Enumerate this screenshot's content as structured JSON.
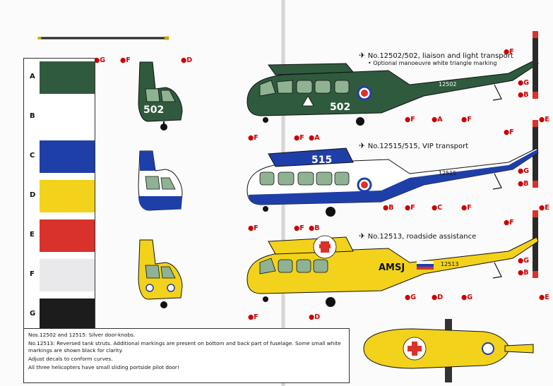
{
  "colors": {
    "A": "#2f5a3e",
    "B": "#ffffff",
    "C": "#1f3fa8",
    "D": "#f2d21b",
    "E": "#d9322b",
    "F": "#e9e9ec",
    "G": "#1c1c1c"
  },
  "chart_letters": [
    "A",
    "B",
    "C",
    "D",
    "E",
    "F",
    "G"
  ],
  "callout_letters": {
    "g": "G",
    "f": "F",
    "d": "D",
    "a": "A",
    "b": "B",
    "c": "C",
    "e": "E"
  },
  "heli1": {
    "title": "No.12502/502, liaison and light transport",
    "note": "• Optional manoeuvre white triangle marking",
    "nose_number": "502",
    "tail_number": "12502"
  },
  "heli2": {
    "title": "No.12515/515, VIP transport",
    "nose_number": "515",
    "tail_number": "12515"
  },
  "heli3": {
    "title": "No.12513, roadside assistance",
    "fuselage_text": "AMSJ",
    "tail_number": "12513"
  },
  "notes": [
    "Nos.12502 and 12515: Silver door-knobs.",
    "No.12513: Reversed tank struts. Additional markings are present on bottom and back part of fuselage. Some small white markings are shown black for clarity.",
    "Adjust decals to conform curves.",
    "All three helicopters have small sliding portside pilot door!"
  ]
}
